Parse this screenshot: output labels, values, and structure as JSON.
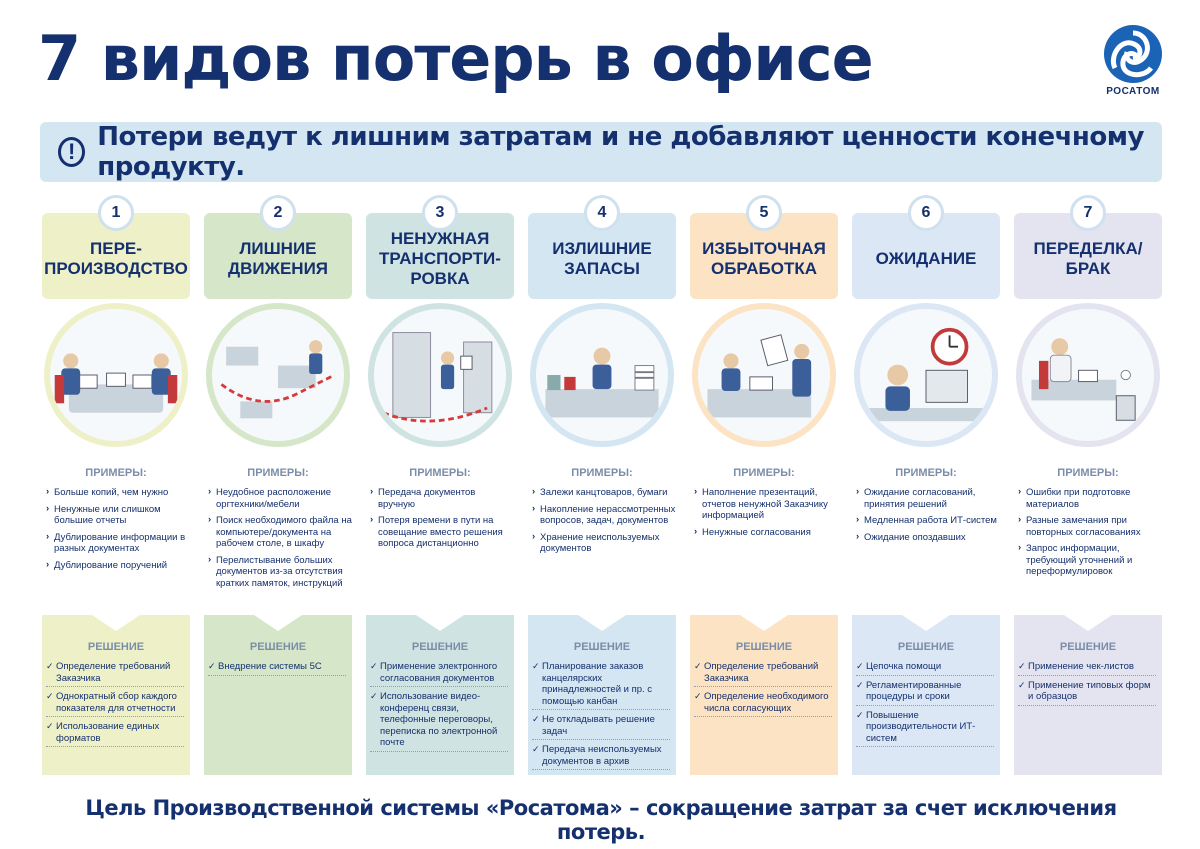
{
  "title": "7 видов потерь в офисе",
  "logo": {
    "text": "РОСАТОМ"
  },
  "banner": {
    "icon": "exclamation-icon",
    "text": "Потери ведут к лишним затратам и не добавляют ценности конечному продукту."
  },
  "examples_label": "ПРИМЕРЫ:",
  "solution_label": "РЕШЕНИЕ",
  "columns": [
    {
      "num": "1",
      "title": "ПЕРЕ-\nПРОИЗВОДСТВО",
      "color": "#eef1c8",
      "examples": [
        "Больше копий, чем нужно",
        "Ненужные или слишком большие отчеты",
        "Дублирование информации в разных документах",
        "Дублирование поручений"
      ],
      "solutions": [
        "Определение  требований Заказчика",
        "Однократный сбор каждого показателя для отчетности",
        "Использование единых форматов"
      ]
    },
    {
      "num": "2",
      "title": "ЛИШНИЕ\nДВИЖЕНИЯ",
      "color": "#d6e7c9",
      "examples": [
        "Неудобное расположение оргтехники/мебели",
        "Поиск необходимого файла на компьютере/документа на рабочем столе, в шкафу",
        "Перелистывание больших документов из-за отсутствия кратких памяток, инструкций"
      ],
      "solutions": [
        "Внедрение системы 5С"
      ]
    },
    {
      "num": "3",
      "title": "НЕНУЖНАЯ\nТРАНСПОРТИ-\nРОВКА",
      "color": "#cfe3e2",
      "examples": [
        "Передача документов вручную",
        "Потеря времени в пути на совещание вместо решения вопроса дистанционно"
      ],
      "solutions": [
        "Применение электронного согласования документов",
        "Использование видео-конференц связи, телефонные переговоры, переписка по электронной почте"
      ]
    },
    {
      "num": "4",
      "title": "ИЗЛИШНИЕ\nЗАПАСЫ",
      "color": "#d3e6f2",
      "examples": [
        "Залежи канцтоваров, бумаги",
        "Накопление нерассмотренных вопросов, задач, документов",
        "Хранение неиспользуемых документов"
      ],
      "solutions": [
        "Планирование заказов канцелярских принадлежностей и пр. с помощью канбан",
        "Не откладывать решение задач",
        "Передача неиспользуемых документов в архив"
      ]
    },
    {
      "num": "5",
      "title": "ИЗБЫТОЧНАЯ\nОБРАБОТКА",
      "color": "#fbe3c4",
      "examples": [
        "Наполнение презентаций, отчетов ненужной Заказчику информацией",
        "Ненужные согласования"
      ],
      "solutions": [
        "Определение требований Заказчика",
        "Определение необходимого числа согласующих"
      ]
    },
    {
      "num": "6",
      "title": "ОЖИДАНИЕ",
      "color": "#dbe7f5",
      "examples": [
        "Ожидание согласований, принятия решений",
        "Медленная работа ИТ-систем",
        "Ожидание опоздавших"
      ],
      "solutions": [
        "Цепочка помощи",
        "Регламентированные процедуры и сроки",
        "Повышение производительности ИТ-систем"
      ]
    },
    {
      "num": "7",
      "title": "ПЕРЕДЕЛКА/\nБРАК",
      "color": "#e4e4f0",
      "examples": [
        "Ошибки при подготовке материалов",
        "Разные замечания при повторных согласованиях",
        "Запрос информации, требующий уточнений и переформулировок"
      ],
      "solutions": [
        "Применение чек-листов",
        "Применение типовых форм и образцов"
      ]
    }
  ],
  "footer": "Цель Производственной системы «Росатома» – сокращение затрат за счет исключения потерь."
}
